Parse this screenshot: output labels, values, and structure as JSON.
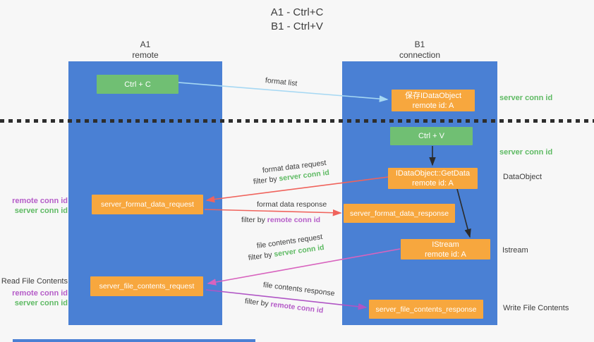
{
  "title": {
    "line1": "A1 - Ctrl+C",
    "line2": "B1 - Ctrl+V"
  },
  "lanes": {
    "left": {
      "id": "A1",
      "role": "remote"
    },
    "right": {
      "id": "B1",
      "role": "connection"
    }
  },
  "boxes": {
    "ctrl_c": {
      "label": "Ctrl + C"
    },
    "ctrl_v": {
      "label": "Ctrl + V"
    },
    "save_idataobject": {
      "line1": "保存IDataObject",
      "line2": "remote id: A"
    },
    "idataobject_getdata": {
      "line1": "IDataObject::GetData",
      "line2": "remote id: A"
    },
    "istream": {
      "line1": "IStream",
      "line2": "remote id: A"
    },
    "server_format_data_request": {
      "label": "server_format_data_request"
    },
    "server_format_data_response": {
      "label": "server_format_data_response"
    },
    "server_file_contents_request": {
      "label": "server_file_contents_request"
    },
    "server_file_contents_response": {
      "label": "server_file_contents_response"
    }
  },
  "arrow_labels": {
    "format_list": "format list",
    "format_data_request": {
      "title": "format data request",
      "filter_prefix": "filter by",
      "filter_value": "server conn id"
    },
    "format_data_response": {
      "title": "format data response",
      "filter_prefix": "filter by",
      "filter_value": "remote conn id"
    },
    "file_contents_request": {
      "title": "file contents request",
      "filter_prefix": "filter by",
      "filter_value": "server conn id"
    },
    "file_contents_response": {
      "title": "file contents response",
      "filter_prefix": "filter by",
      "filter_value": "remote conn id"
    }
  },
  "side_labels": {
    "right_server_conn_id_1": "server conn id",
    "right_server_conn_id_2": "server conn id",
    "dataobject": "DataObject",
    "istream": "Istream",
    "write_file_contents": "Write File Contents",
    "left_remote_conn_id_1": "remote conn id",
    "left_server_conn_id_1": "server conn id",
    "read_file_contents": "Read File Contents",
    "left_remote_conn_id_2": "remote conn id",
    "left_server_conn_id_2": "server conn id"
  },
  "colors": {
    "panel_blue": "#4a80d4",
    "box_green": "#70bf73",
    "box_orange": "#f7a73e",
    "conn_id_green": "#5eba63",
    "conn_id_purple": "#b55cc8",
    "arrow_lightblue": "#a6d8f3",
    "arrow_red": "#f0635c",
    "arrow_magenta": "#d863be",
    "arrow_purple": "#b055c5",
    "arrow_black": "#2b2b2b"
  }
}
